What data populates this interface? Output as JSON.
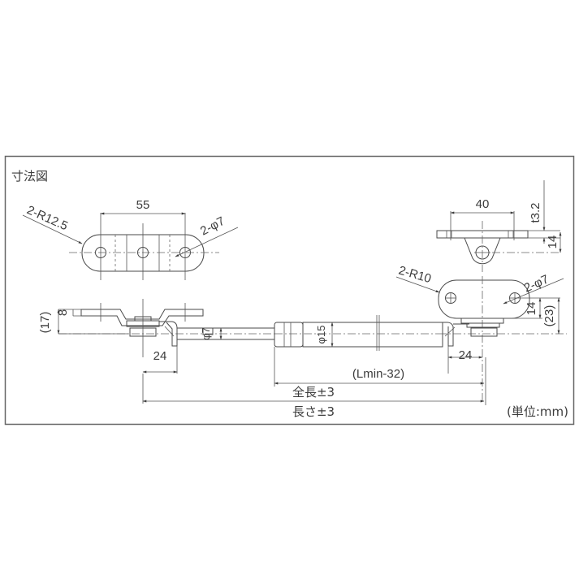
{
  "figure": {
    "title": "寸法図",
    "unit_note": "(単位:mm)",
    "colors": {
      "line": "#4a4a4a",
      "text": "#3c3c3c",
      "frame": "#555555",
      "background": "#ffffff"
    }
  },
  "top_left_bracket": {
    "width_dim": "55",
    "radius_label": "2-R12.5",
    "hole_label": "2-φ7"
  },
  "top_right_bracket": {
    "width_dim": "40",
    "thickness_label": "t3.2",
    "height_dim": "14"
  },
  "side_view": {
    "left_height_total": "(17)",
    "left_height_plate": "8",
    "left_offset": "24",
    "rod_dia": "φ7",
    "cylinder_dia": "φ15",
    "right_bracket_radius": "2-R10",
    "right_hole_label": "2-φ7",
    "right_height_dim": "14",
    "right_height_total": "(23)",
    "right_offset": "24"
  },
  "bottom_dims": {
    "stroke_dim": "(Lmin-32)",
    "overall_length": "全長±3",
    "length": "長さ±3"
  }
}
